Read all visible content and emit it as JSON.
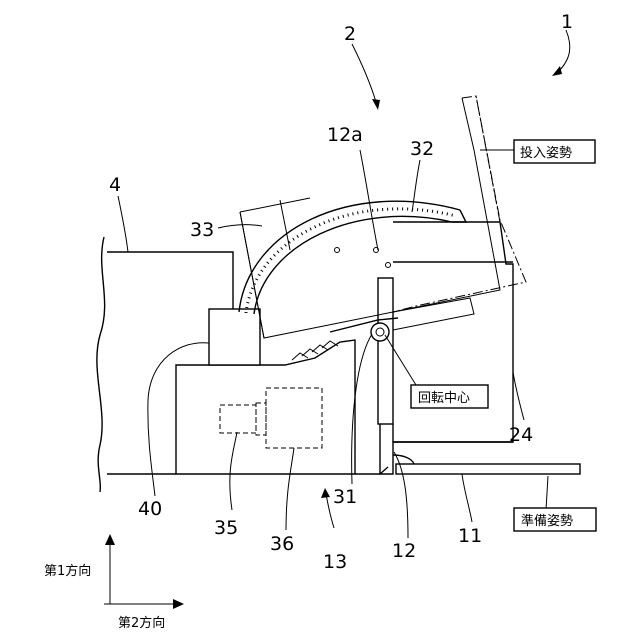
{
  "labels": {
    "ref_1": "1",
    "ref_2": "2",
    "ref_4": "4",
    "ref_11": "11",
    "ref_12": "12",
    "ref_12a": "12a",
    "ref_13": "13",
    "ref_24": "24",
    "ref_31": "31",
    "ref_32": "32",
    "ref_33": "33",
    "ref_35": "35",
    "ref_36": "36",
    "ref_40": "40"
  },
  "callouts": {
    "loading_posture": "投入姿勢",
    "rotation_center": "回転中心",
    "ready_posture": "準備姿勢"
  },
  "axes": {
    "first_direction": "第1方向",
    "second_direction": "第2方向"
  }
}
